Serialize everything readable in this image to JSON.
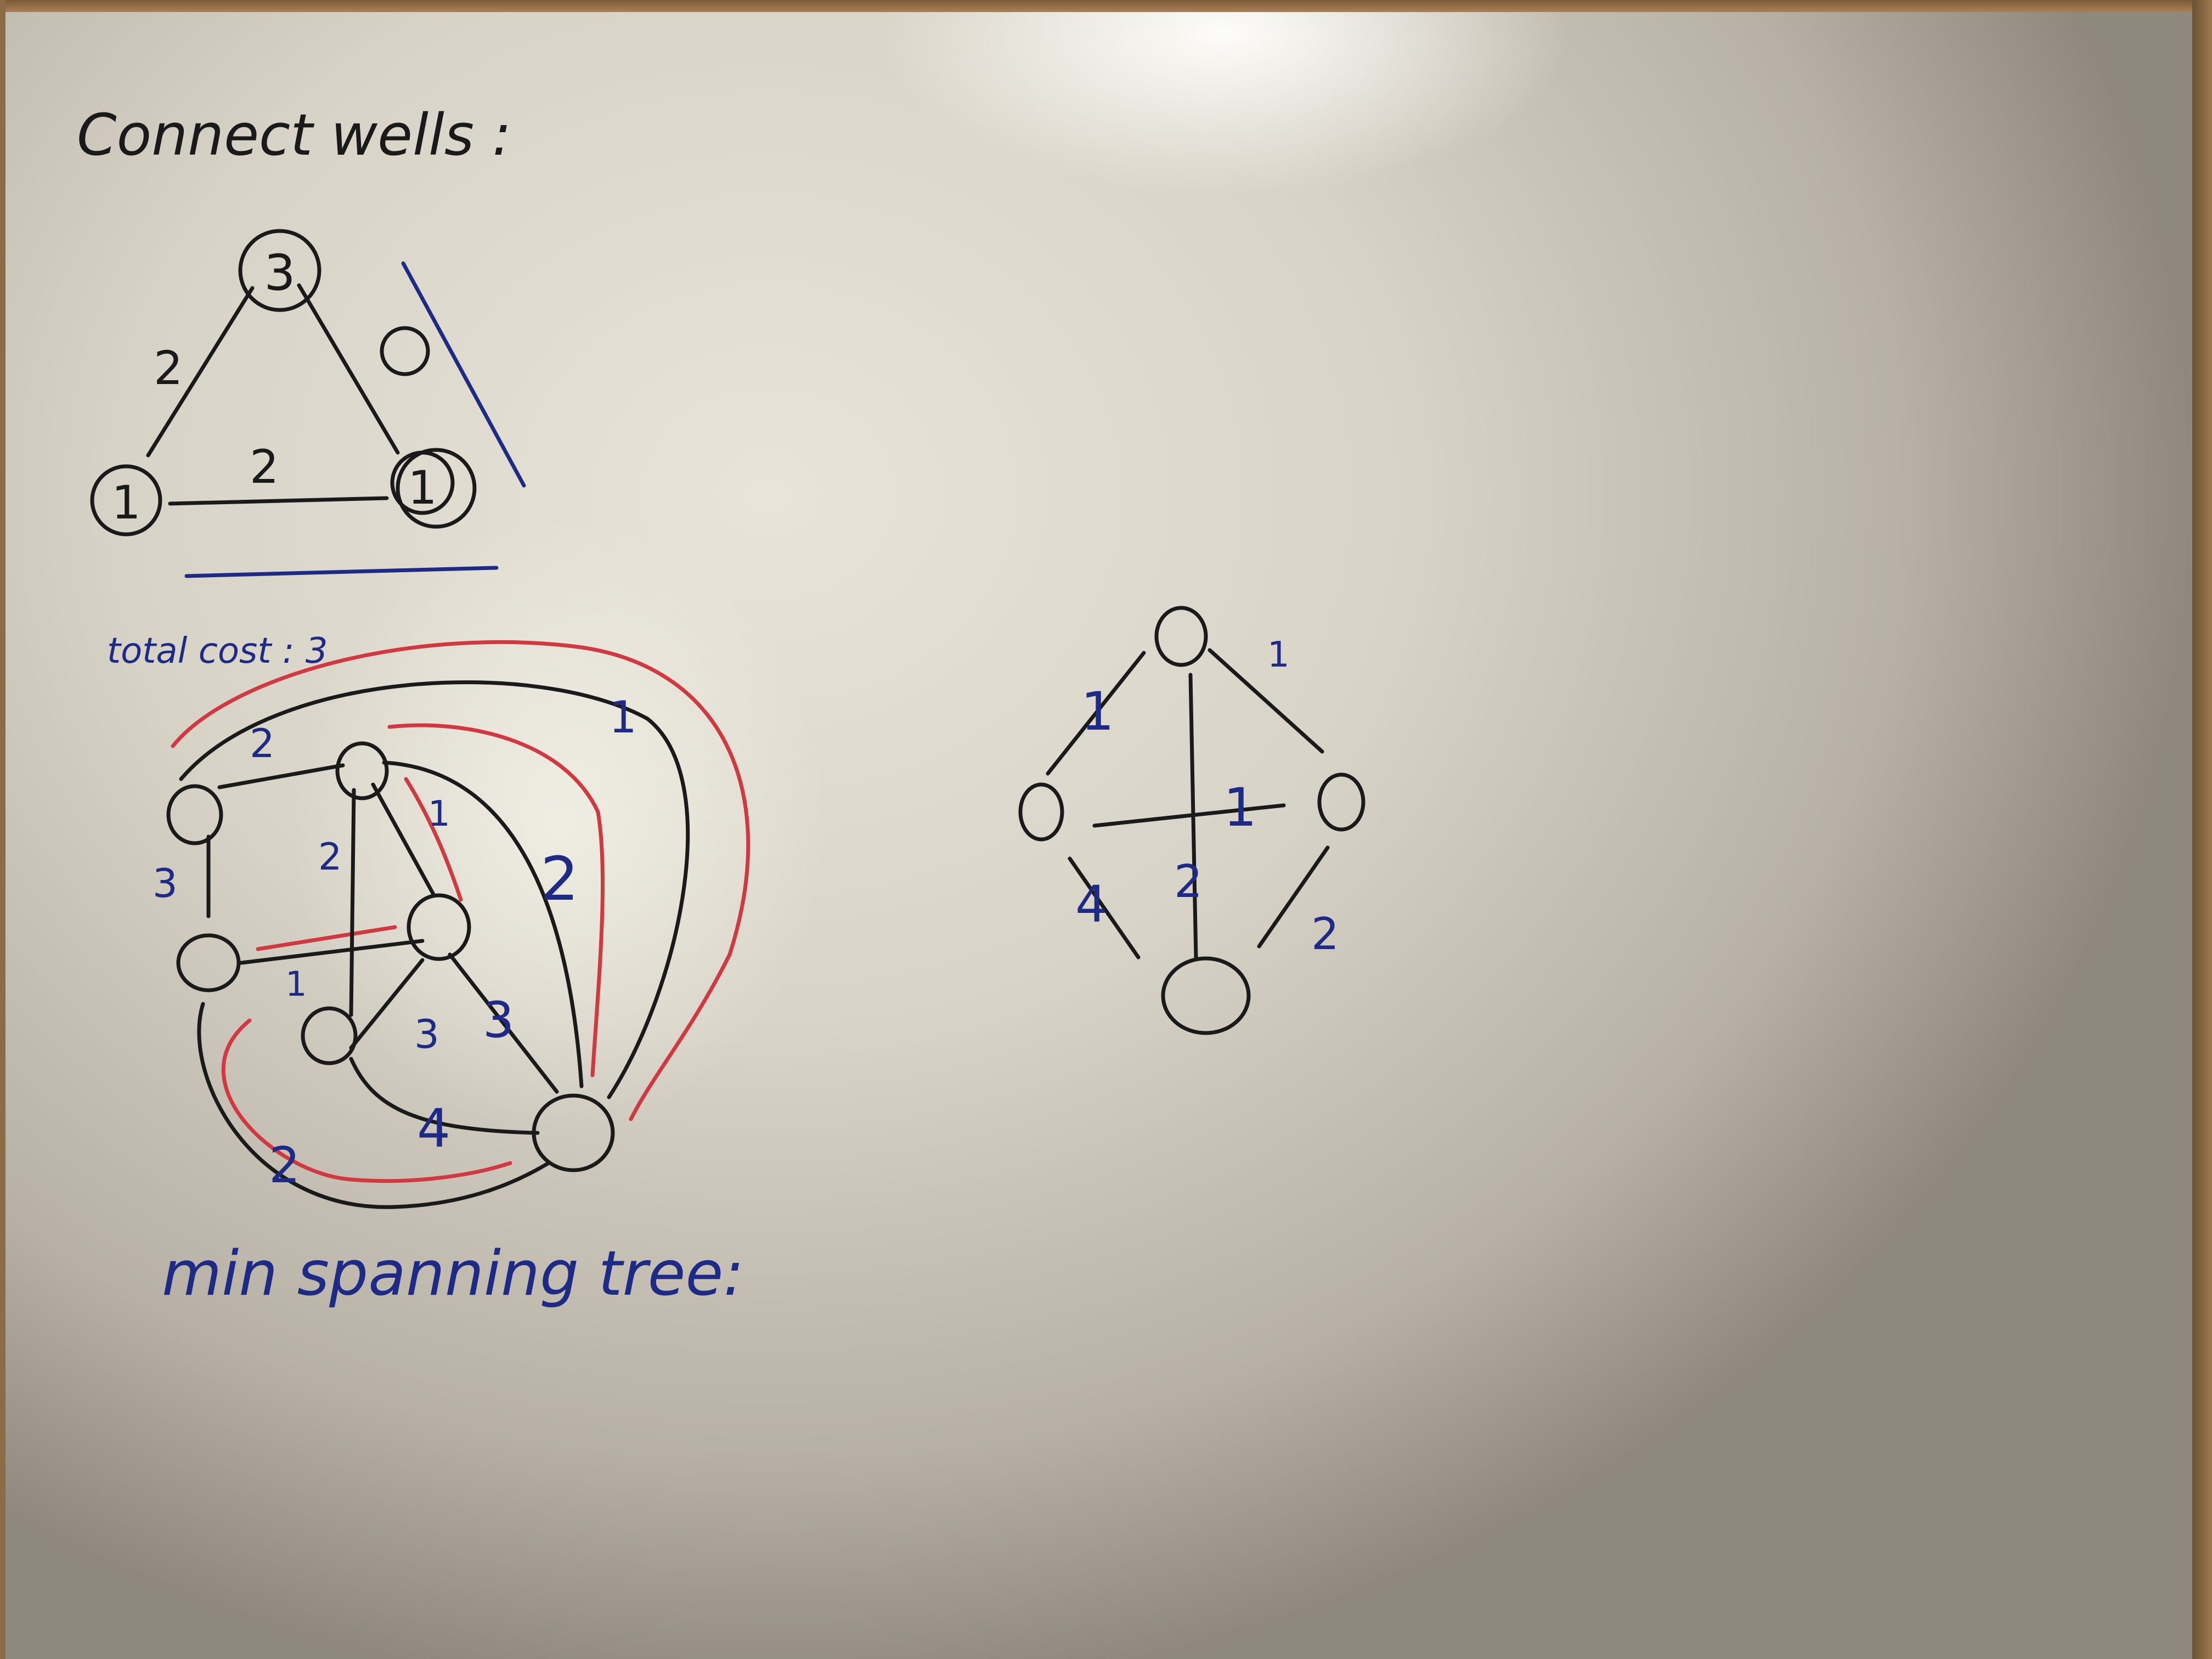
{
  "heading": "Connect wells :",
  "triangle": {
    "nodes": [
      "3",
      "1",
      "1"
    ],
    "edge_labels": [
      "2",
      "2"
    ],
    "note": "total cost : 3"
  },
  "graph1": {
    "edge_labels": [
      "2",
      "3",
      "2",
      "1",
      "1",
      "2",
      "1",
      "3",
      "3",
      "4",
      "2"
    ]
  },
  "caption": "min spanning tree:",
  "graph2": {
    "edge_labels": [
      "1",
      "1",
      "1",
      "2",
      "4",
      "2"
    ]
  },
  "colors": {
    "ink_black": "#1a1a1a",
    "ink_blue": "#1d2b86",
    "ink_red": "#d2383f",
    "board": "#e2ddd1",
    "frame": "#8c6c46"
  }
}
